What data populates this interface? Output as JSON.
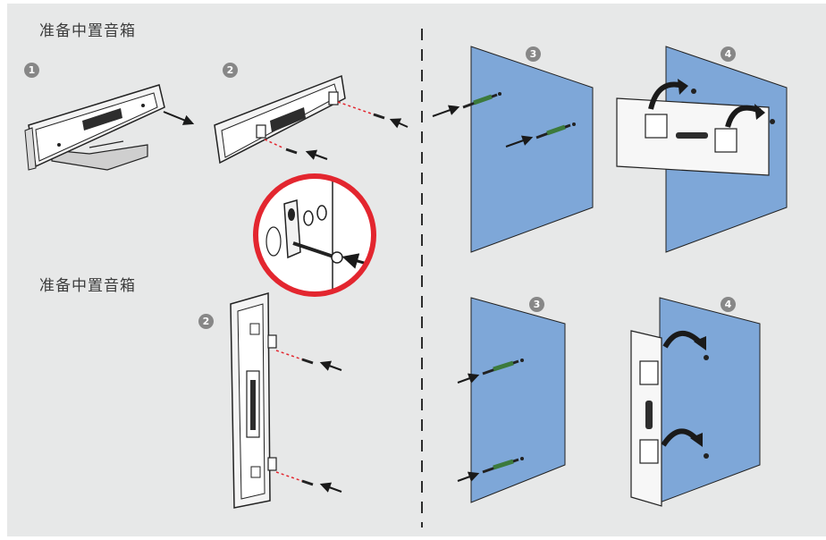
{
  "headings": {
    "top": "准备中置音箱",
    "bottom": "准备中置音箱"
  },
  "steps": {
    "s1": "1",
    "s2": "2",
    "s3": "3",
    "s4": "4"
  },
  "colors": {
    "background": "#e7e8e8",
    "wall": "#7ea7d8",
    "accent_red": "#e3262f",
    "dark": "#1a1a1a"
  }
}
